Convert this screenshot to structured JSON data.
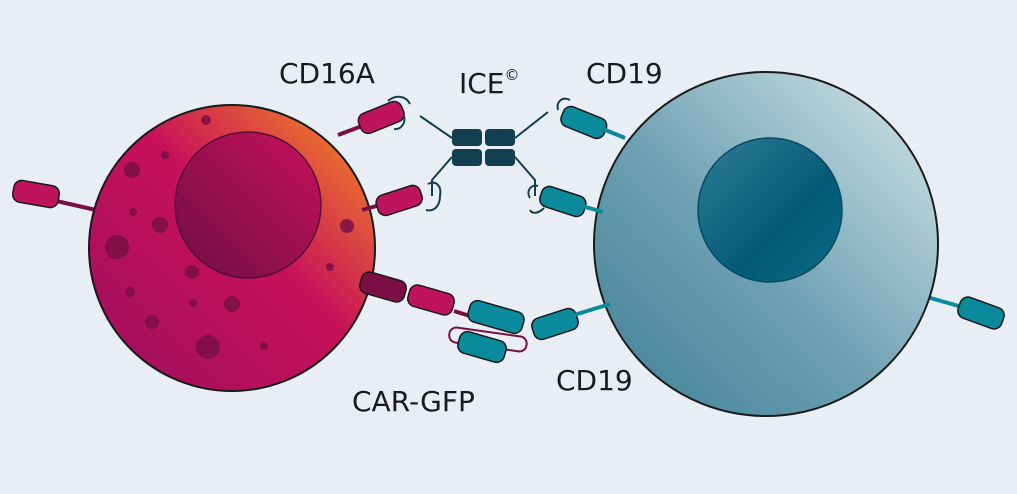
{
  "labels": {
    "cd16a": "CD16A",
    "ice": "ICE",
    "ice_mark": "©",
    "cd19_top": "CD19",
    "cd19_bottom": "CD19",
    "car_gfp": "CAR-GFP"
  },
  "colors": {
    "background": "#e8eef4",
    "nk_cell_orange": "#f7941d",
    "nk_cell_magenta": "#c8105a",
    "nk_cell_purple": "#9b0f5e",
    "receptor_magenta": "#c0135e",
    "receptor_dark": "#7a0f45",
    "target_cell_light": "#cfe2e6",
    "target_cell_mid": "#5b93a8",
    "nucleus_teal": "#045a76",
    "receptor_teal": "#0a8a9a",
    "ice_block": "#123e50",
    "outline": "#1a1a1a"
  }
}
